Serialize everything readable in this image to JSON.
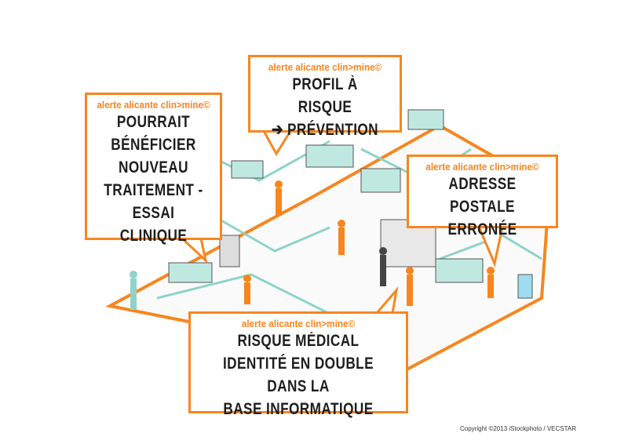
{
  "callouts": {
    "left": {
      "brand": "alerte alicante clin>mine©",
      "message": "POURRAIT\nBÉNÉFICIER\nNOUVEAU\nTRAITEMENT -\nESSAI CLINIQUE"
    },
    "top": {
      "brand": "alerte alicante clin>mine©",
      "message": "PROFIL À RISQUE\n➔ PRÉVENTION"
    },
    "right": {
      "brand": "alerte alicante clin>mine©",
      "message": "ADRESSE POSTALE\nERRONÉE"
    },
    "bottom": {
      "brand": "alerte alicante clin>mine©",
      "message": "RISQUE MÉDICAL\nIDENTITÉ EN DOUBLE DANS LA\nBASE INFORMATIQUE"
    }
  },
  "copyright": "Copyright ©2013 iStockphoto / VECSTAR",
  "colors": {
    "accent": "#f7861f",
    "teal": "#8fd3c8"
  }
}
